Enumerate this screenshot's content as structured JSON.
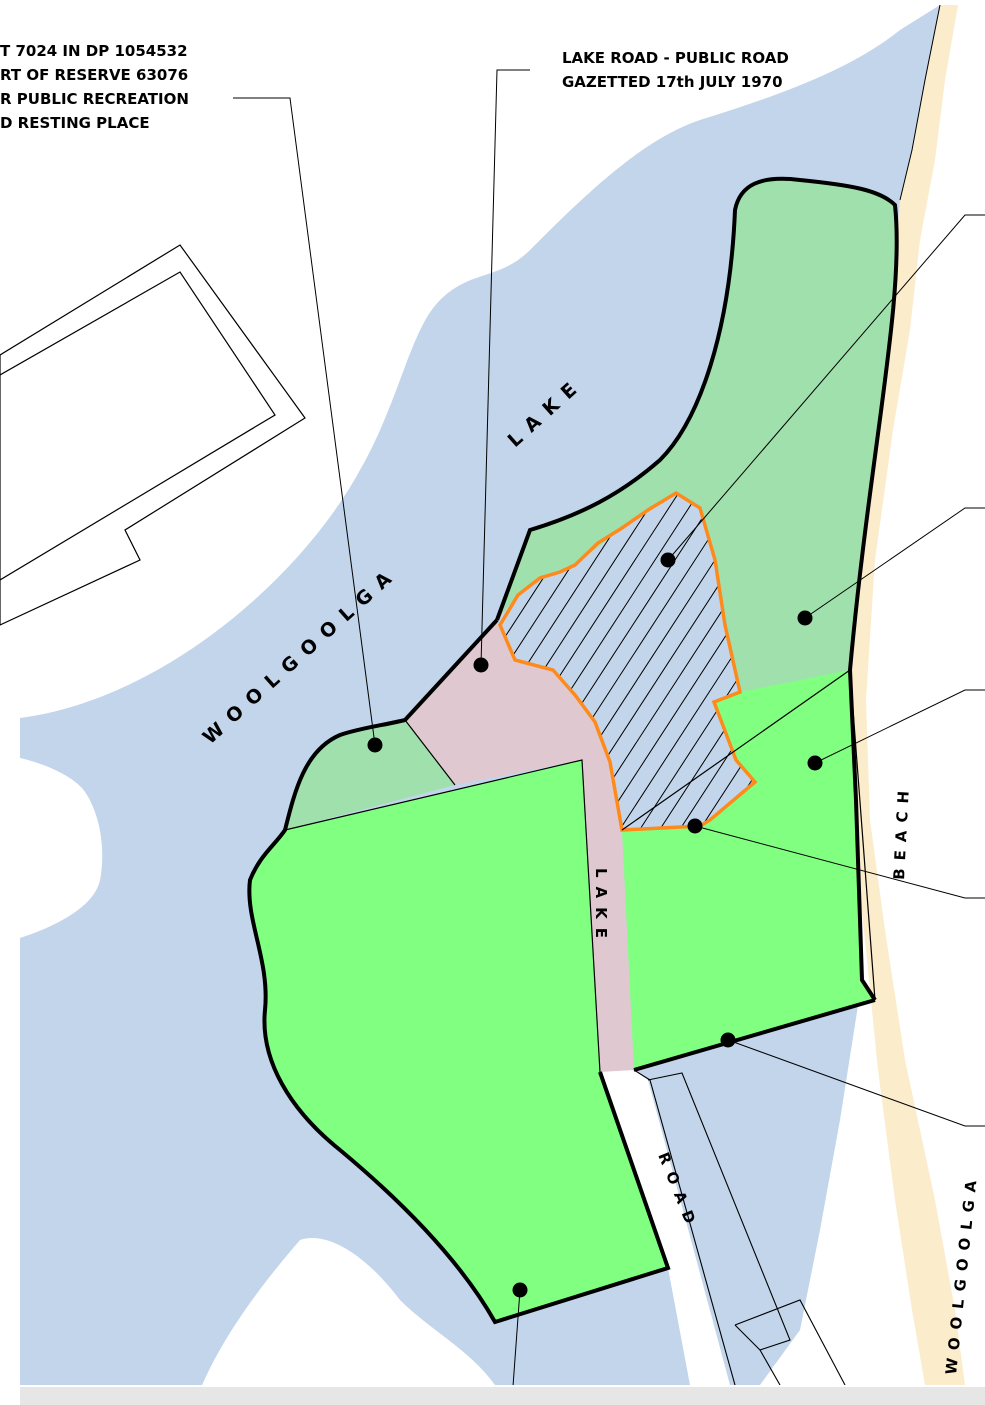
{
  "callouts": {
    "reserve": [
      "T 7024 IN DP 1054532",
      "RT OF RESERVE 63076",
      "R PUBLIC RECREATION",
      "D RESTING PLACE"
    ],
    "lake_road": [
      "LAKE ROAD - PUBLIC ROAD",
      "GAZETTED 17th JULY 1970"
    ]
  },
  "labels": {
    "water_left": "WOOLGOOLGA",
    "water_right": "LAKE",
    "road_upper": "LAKE",
    "road_lower": "ROAD",
    "beach_road_upper": "BEACH",
    "beach_road_lower": "WOOLGOOLGA"
  },
  "colors": {
    "water": "#c2d5eb",
    "reserve_green": "#9fe0ac",
    "park_green": "#80ff80",
    "road_pink": "#e0c8d0",
    "beach_tan": "#fbeccb",
    "highlight_orange": "#ff8a1c",
    "footer_grey": "#e6e6e6"
  }
}
